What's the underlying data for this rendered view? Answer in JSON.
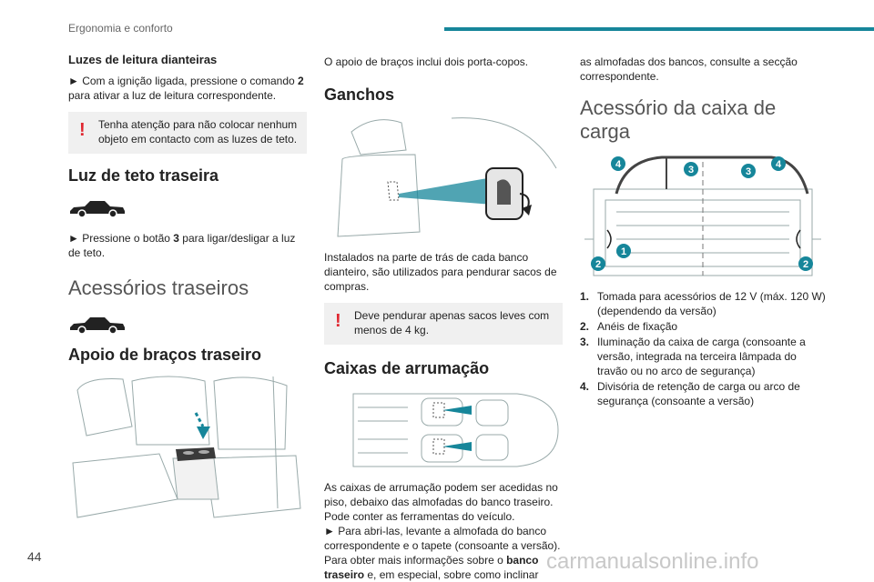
{
  "header": {
    "section": "Ergonomia e conforto"
  },
  "page_number": "44",
  "watermark": "carmanualsonline.info",
  "colors": {
    "accent": "#16869a",
    "warning": "#e0262f",
    "warning_bg": "#f0f0f0"
  },
  "col1": {
    "reading_lights": {
      "title": "Luzes de leitura dianteiras",
      "text_pre": "► Com a ignição ligada, pressione o comando ",
      "text_bold": "2",
      "text_post": " para ativar a luz de leitura correspondente.",
      "warning": "Tenha atenção para não colocar nenhum objeto em contacto com as luzes de teto."
    },
    "rear_ceiling": {
      "title": "Luz de teto traseira",
      "icon": "car-icon",
      "text_pre": "► Pressione o botão ",
      "text_bold": "3",
      "text_post": " para ligar/desligar a luz de teto."
    },
    "rear_accessories": {
      "title": "Acessórios traseiros",
      "icon": "car-icon"
    },
    "rear_armrest": {
      "title": "Apoio de braços traseiro",
      "image": "rear-armrest-illustration"
    }
  },
  "col2": {
    "armrest_text": "O apoio de braços inclui dois porta-copos.",
    "hooks": {
      "title": "Ganchos",
      "image": "seat-hook-illustration",
      "text": "Instalados na parte de trás de cada banco dianteiro, são utilizados para pendurar sacos de compras.",
      "warning": "Deve pendurar apenas sacos leves com menos de 4 kg."
    },
    "storage": {
      "title": "Caixas de arrumação",
      "image": "storage-box-illustration",
      "p1": "As caixas de arrumação podem ser acedidas no piso, debaixo das almofadas do banco traseiro. Pode conter as ferramentas do veículo.",
      "p2": "► Para abri-las, levante a almofada do banco correspondente e o tapete (consoante a versão).",
      "p3_pre": "Para obter mais informações sobre o ",
      "p3_bold": "banco traseiro",
      "p3_post": " e, em especial, sobre como inclinar"
    }
  },
  "col3": {
    "continued": "as almofadas dos bancos, consulte a secção correspondente.",
    "cargo": {
      "title": "Acessório da caixa de carga",
      "image": "cargo-box-illustration",
      "callouts": [
        "1",
        "2",
        "2",
        "3",
        "3",
        "4",
        "4"
      ],
      "items": [
        {
          "n": "1.",
          "text": "Tomada para acessórios de 12 V (máx. 120 W) (dependendo da versão)"
        },
        {
          "n": "2.",
          "text": "Anéis de fixação"
        },
        {
          "n": "3.",
          "text": "Iluminação da caixa de carga (consoante a versão, integrada na terceira lâmpada do travão ou no arco de segurança)"
        },
        {
          "n": "4.",
          "text": "Divisória de retenção de carga ou arco de segurança (consoante a versão)"
        }
      ]
    }
  }
}
